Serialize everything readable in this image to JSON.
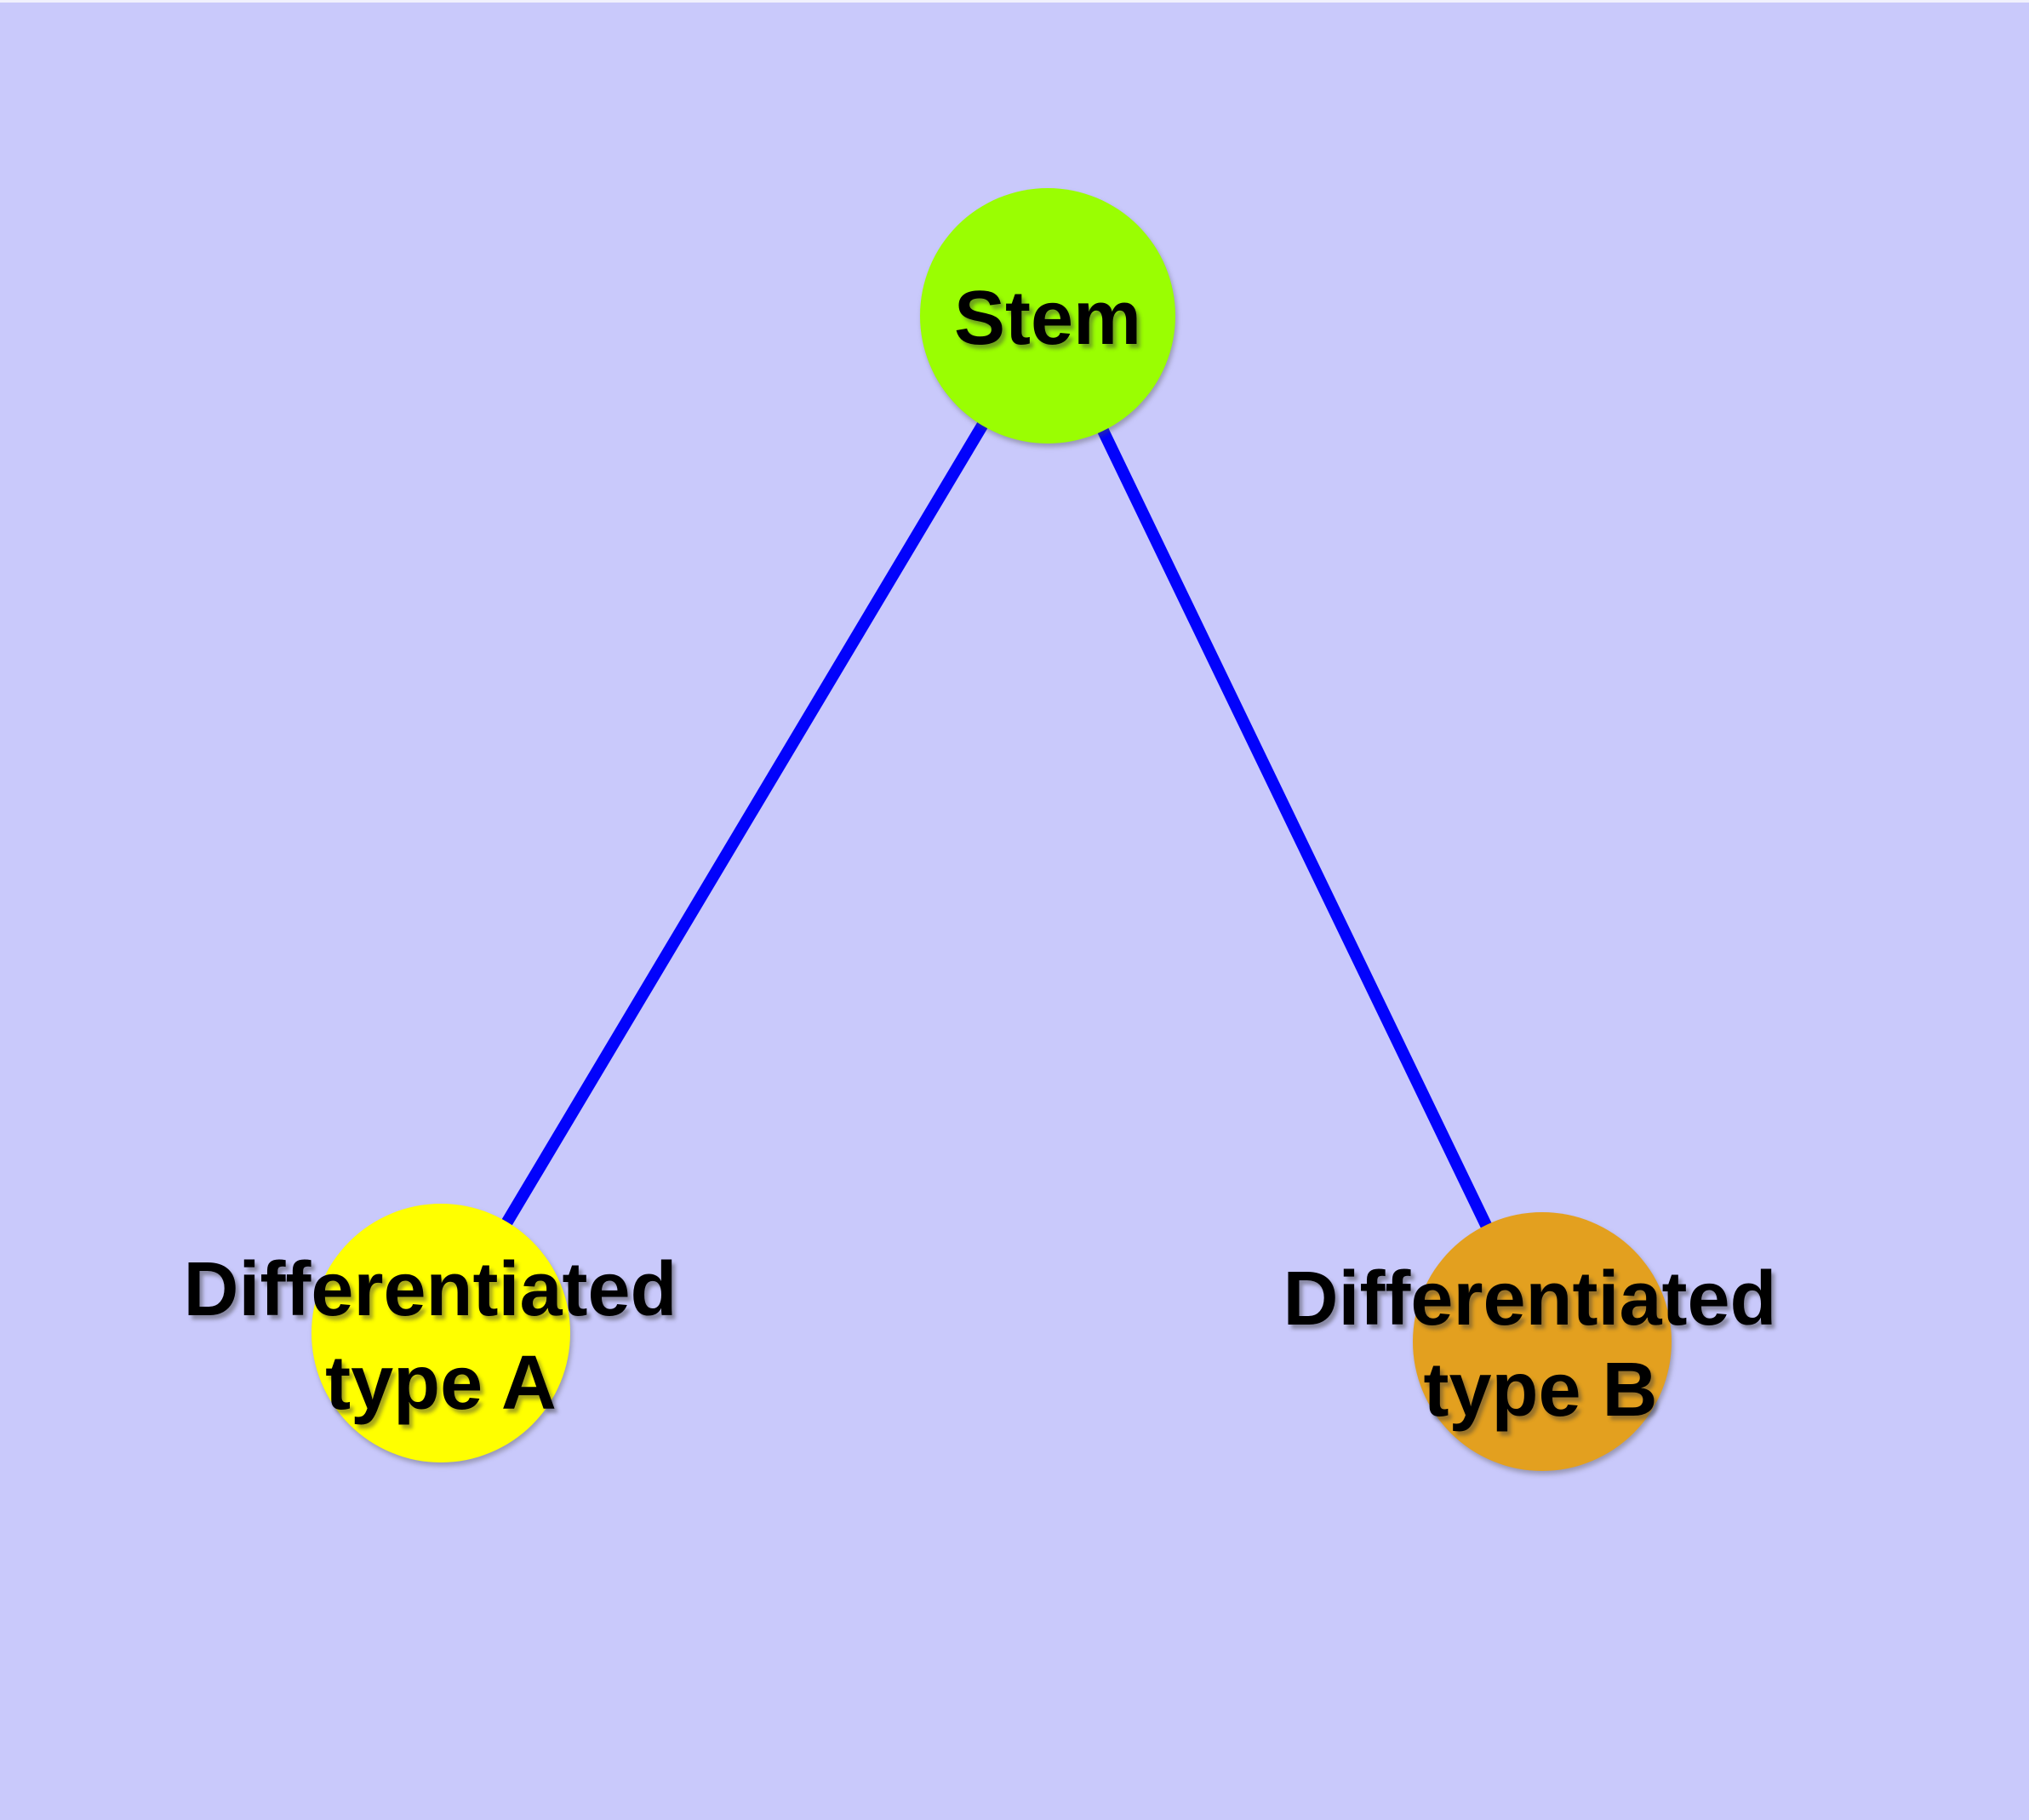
{
  "diagram": {
    "type": "node-link-graph",
    "background_color": "#C9C9FB",
    "top_edge_color": "#F1F1FD",
    "edge_color": "#0202FC",
    "node_border_color": "#6B6B6B",
    "label_color": "#000000",
    "nodes": [
      {
        "id": "stem",
        "lines": [
          "Stem"
        ],
        "fill": "#9AFE02"
      },
      {
        "id": "differentiated-type-a",
        "lines": [
          "Differentiated",
          "type A"
        ],
        "fill": "#FFFF00"
      },
      {
        "id": "differentiated-type-b",
        "lines": [
          "Differentiated",
          "type B"
        ],
        "fill": "#E3A01F"
      }
    ],
    "edges": [
      {
        "from": "stem",
        "to": "differentiated-type-a"
      },
      {
        "from": "stem",
        "to": "differentiated-type-b"
      }
    ]
  }
}
